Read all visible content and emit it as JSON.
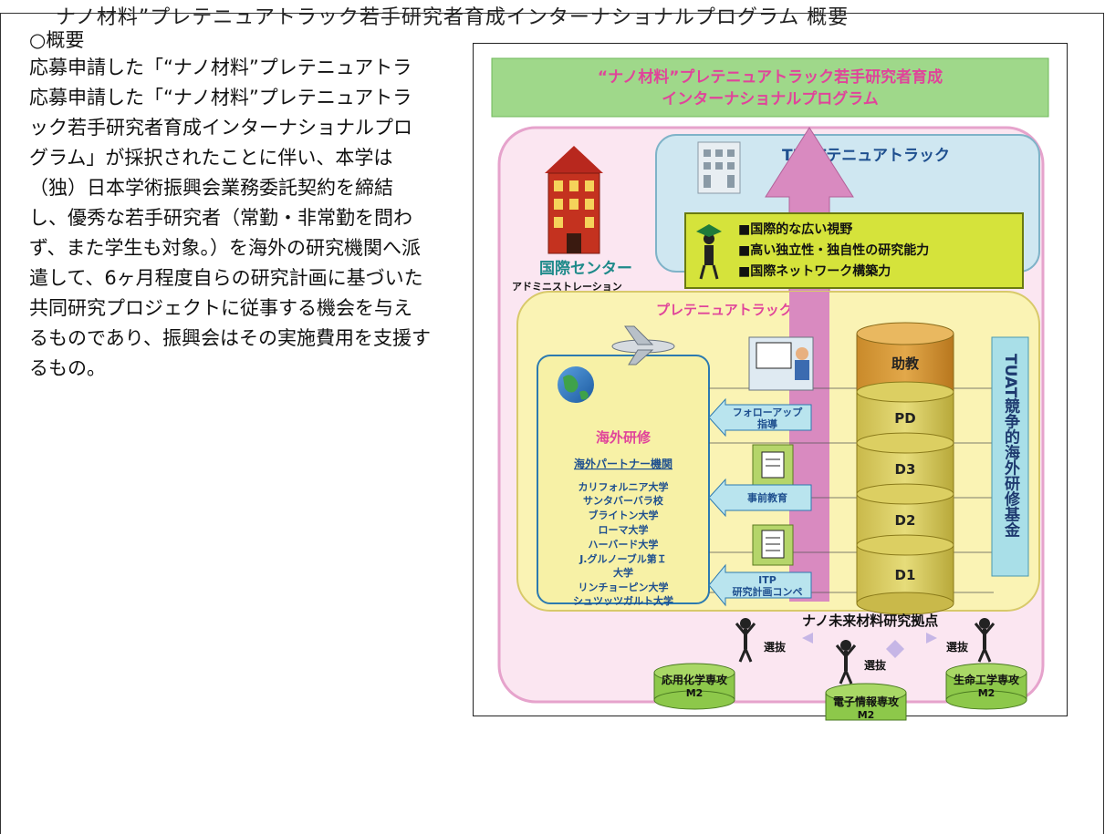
{
  "top_strip_text": "ナノ材料”プレテニュアトラック若手研究者育成インターナショナルプログラム 概要",
  "heading": "○概要",
  "paragraph": "応募申請した「“ナノ材料”プレテニュアトラ応募申請した「“ナノ材料”プレテニュアトラック若手研究者育成インターナショナルプログラム」が採択されたことに伴い、本学は（独）日本学術振興会業務委託契約を締結し、優秀な若手研究者（常勤・非常勤を問わず、また学生も対象。）を海外の研究機関へ派遣して、6ヶ月程度自らの研究計画に基づいた共同研究プロジェクトに従事する機会を与えるものであり、振興会はその実施費用を支援するもの。",
  "diagram": {
    "title_line1": "“ナノ材料”プレテニュアトラック若手研究者育成",
    "title_line2": "インターナショナルプログラム",
    "tuat_tenure": "TUATテニュアトラック",
    "goals": [
      "■国際的な広い視野",
      "■高い独立性・独自性の研究能力",
      "■国際ネットワーク構築力"
    ],
    "center_title": "国際センター",
    "center_sub": "アドミニストレーション",
    "pretenure": "プレテニュアトラック育成",
    "overseas_training": "海外研修",
    "partners_title": "海外パートナー機関",
    "partners": [
      "カリフォルニア大学",
      "サンタバーバラ校",
      "ブライトン大学",
      "ローマ大学",
      "ハーバード大学",
      "J.グルノーブル第Ｉ",
      "大学",
      "リンチョーピン大学",
      "シュツッツガルト大学"
    ],
    "arrows": [
      {
        "line1": "フォローアップ",
        "line2": "指導"
      },
      {
        "line1": "事前教育",
        "line2": ""
      },
      {
        "line1": "ITP",
        "line2": "研究計画コンペ"
      }
    ],
    "stack": [
      "助教",
      "PD",
      "D3",
      "D2",
      "D1"
    ],
    "fund": "TUAT競争的海外研修基金",
    "hub": "ナノ未来材料研究拠点",
    "selection": "選抜",
    "departments": [
      {
        "line1": "応用化学専攻",
        "line2": "M2"
      },
      {
        "line1": "電子情報専攻",
        "line2": "M2"
      },
      {
        "line1": "生命工学専攻",
        "line2": "M2"
      }
    ],
    "colors": {
      "title_band": "#9fd88a",
      "tenure_box": "#cfe7f1",
      "goals_box": "#d5e33b",
      "outer_pink": "#e6a3cc",
      "yellow_area": "#faf3b4",
      "cylinder": "#d8cc5a",
      "fund_box": "#a9dfe8",
      "arrow_fill": "#b9e4ee",
      "upward_arrow": "#d98ac0",
      "heading_pink": "#e0449a",
      "teal_text": "#1e8a8a"
    }
  }
}
